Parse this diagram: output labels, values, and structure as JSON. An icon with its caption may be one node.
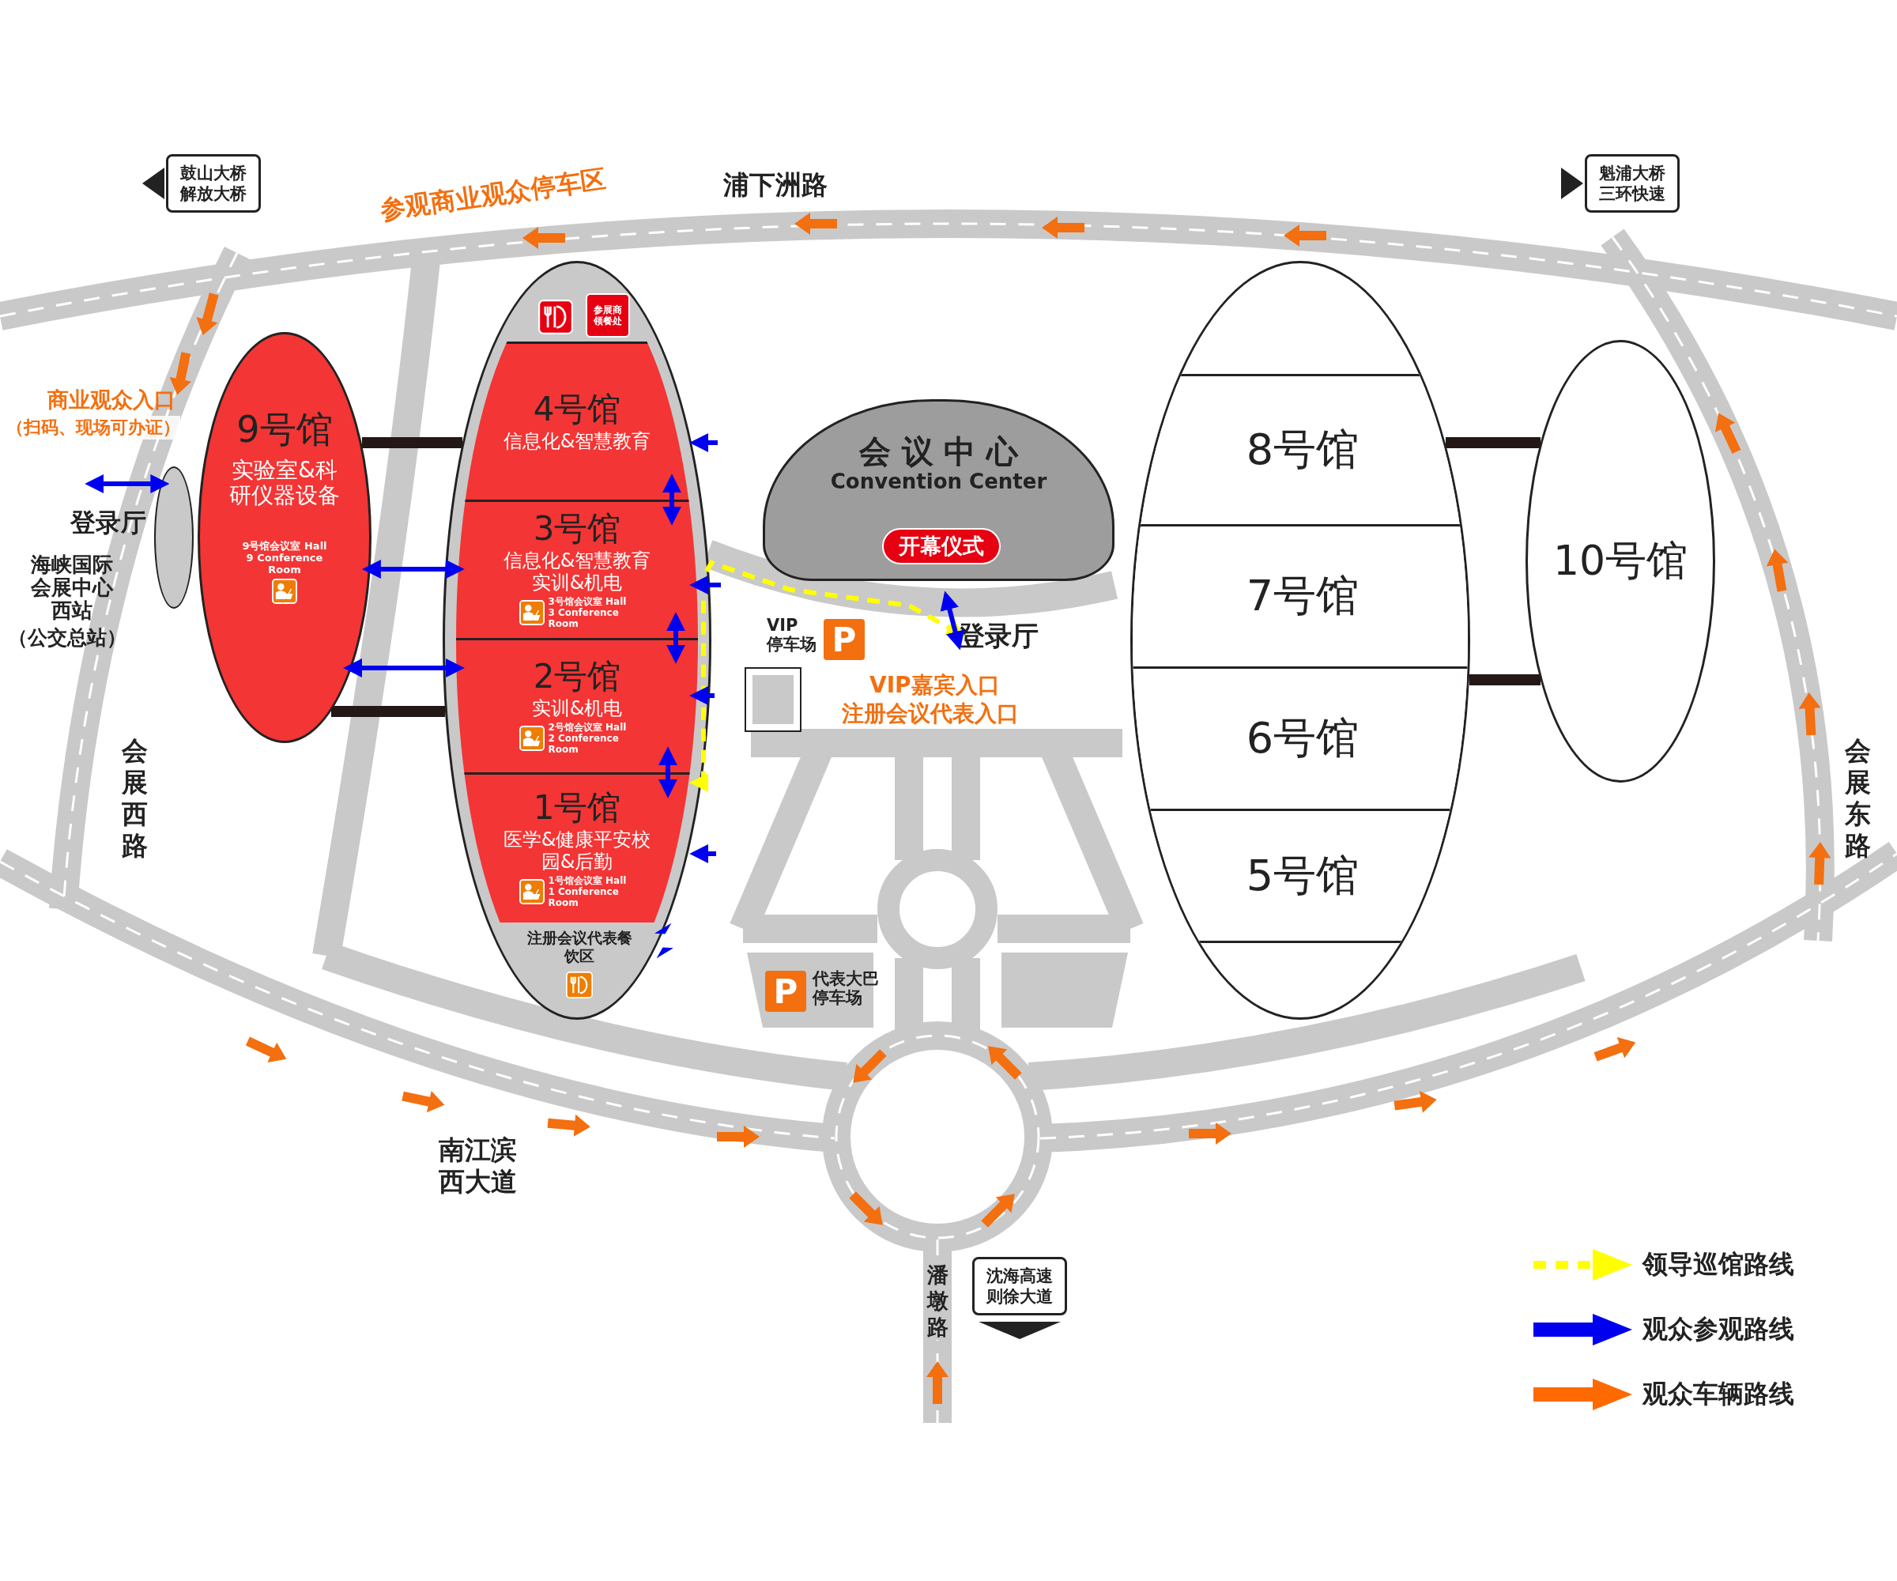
{
  "diagram": {
    "nodes": [
      {
        "text": [
          "鼓山大桥",
          "解放大桥"
        ]
      },
      {
        "text": [
          "魁浦大桥",
          "三环快速"
        ]
      },
      {
        "text": [
          "9号馆",
          "实验室&科研仪器设备",
          "9号馆会议室 Hall 9 Conference Room"
        ]
      },
      {
        "text": [
          "登录厅"
        ]
      },
      {
        "text": [
          "注册会议代表餐饮区"
        ]
      },
      {
        "text": [
          "参展商领餐处"
        ],
        "in": 4
      },
      {
        "text": [
          "4号馆",
          "信息化&智慧教育"
        ],
        "in": 4
      },
      {
        "text": [
          "3号馆",
          "信息化&智慧教育实训&机电",
          "3号馆会议室 Hall 3 Conference Room"
        ],
        "in": 4
      },
      {
        "text": [
          "2号馆",
          "实训&机电",
          "2号馆会议室 Hall 2 Conference Room"
        ],
        "in": 4
      },
      {
        "text": [
          "1号馆",
          "医学&健康平安校园&后勤",
          "1号馆会议室 Hall 1 Conference Room"
        ],
        "in": 4
      },
      {
        "text": [
          "会 议 中 心",
          "Convention Center"
        ]
      },
      {
        "text": [
          "开幕仪式"
        ],
        "in": 10
      },
      {
        "text": [],
        "shape": "ellipse"
      },
      {
        "text": [
          "8号馆"
        ],
        "in": 12
      },
      {
        "text": [
          "7号馆"
        ],
        "in": 12
      },
      {
        "text": [
          "6号馆"
        ],
        "in": 12
      },
      {
        "text": [
          "5号馆"
        ],
        "in": 12
      },
      {
        "text": [
          "10号馆"
        ]
      },
      {
        "text": [
          "P"
        ],
        "beside": [
          "VIP 停车场"
        ]
      },
      {
        "text": [
          "P"
        ],
        "beside": [
          "代表大巴停车场"
        ]
      },
      {
        "text": [
          "沈海高速",
          "则徐大道"
        ]
      },
      {
        "text": [
          "登录厅"
        ]
      }
    ],
    "edges": [
      {
        "from": 2,
        "to": 7,
        "arrow": "both"
      },
      {
        "from": 2,
        "to": 8,
        "arrow": "both"
      },
      {
        "from": 6,
        "to": 7,
        "arrow": "both"
      },
      {
        "from": 7,
        "to": 8,
        "arrow": "both"
      },
      {
        "from": 8,
        "to": 9,
        "arrow": "both"
      },
      {
        "from": 21,
        "to": 9,
        "arrow": "both",
        "style": "dashed",
        "color": "#ffff00"
      },
      {
        "from": null,
        "to": 3,
        "arrow": "both"
      },
      {
        "from": null,
        "to": 21,
        "arrow": "both"
      },
      {
        "from": null,
        "to": 6,
        "arrow": "to"
      },
      {
        "from": null,
        "to": 7,
        "arrow": "to"
      },
      {
        "from": null,
        "to": 8,
        "arrow": "to"
      },
      {
        "from": null,
        "to": 9,
        "arrow": "to"
      }
    ],
    "labels": [
      "参观商业观众停车区",
      "浦下洲路",
      "商业观众入口",
      "（扫码、现场可办证）",
      "海峡国际会展中心西站",
      "（公交总站）",
      "会展西路",
      "VIP嘉宾入口",
      "注册会议代表入口",
      "会展东路",
      "南江滨西大道",
      "潘墩路"
    ],
    "legend": [
      {
        "text": "领导巡馆路线",
        "color": "#ffff00"
      },
      {
        "text": "观众参观路线",
        "color": "#0000f0"
      },
      {
        "text": "观众车辆路线",
        "color": "#ff6a00"
      }
    ]
  }
}
